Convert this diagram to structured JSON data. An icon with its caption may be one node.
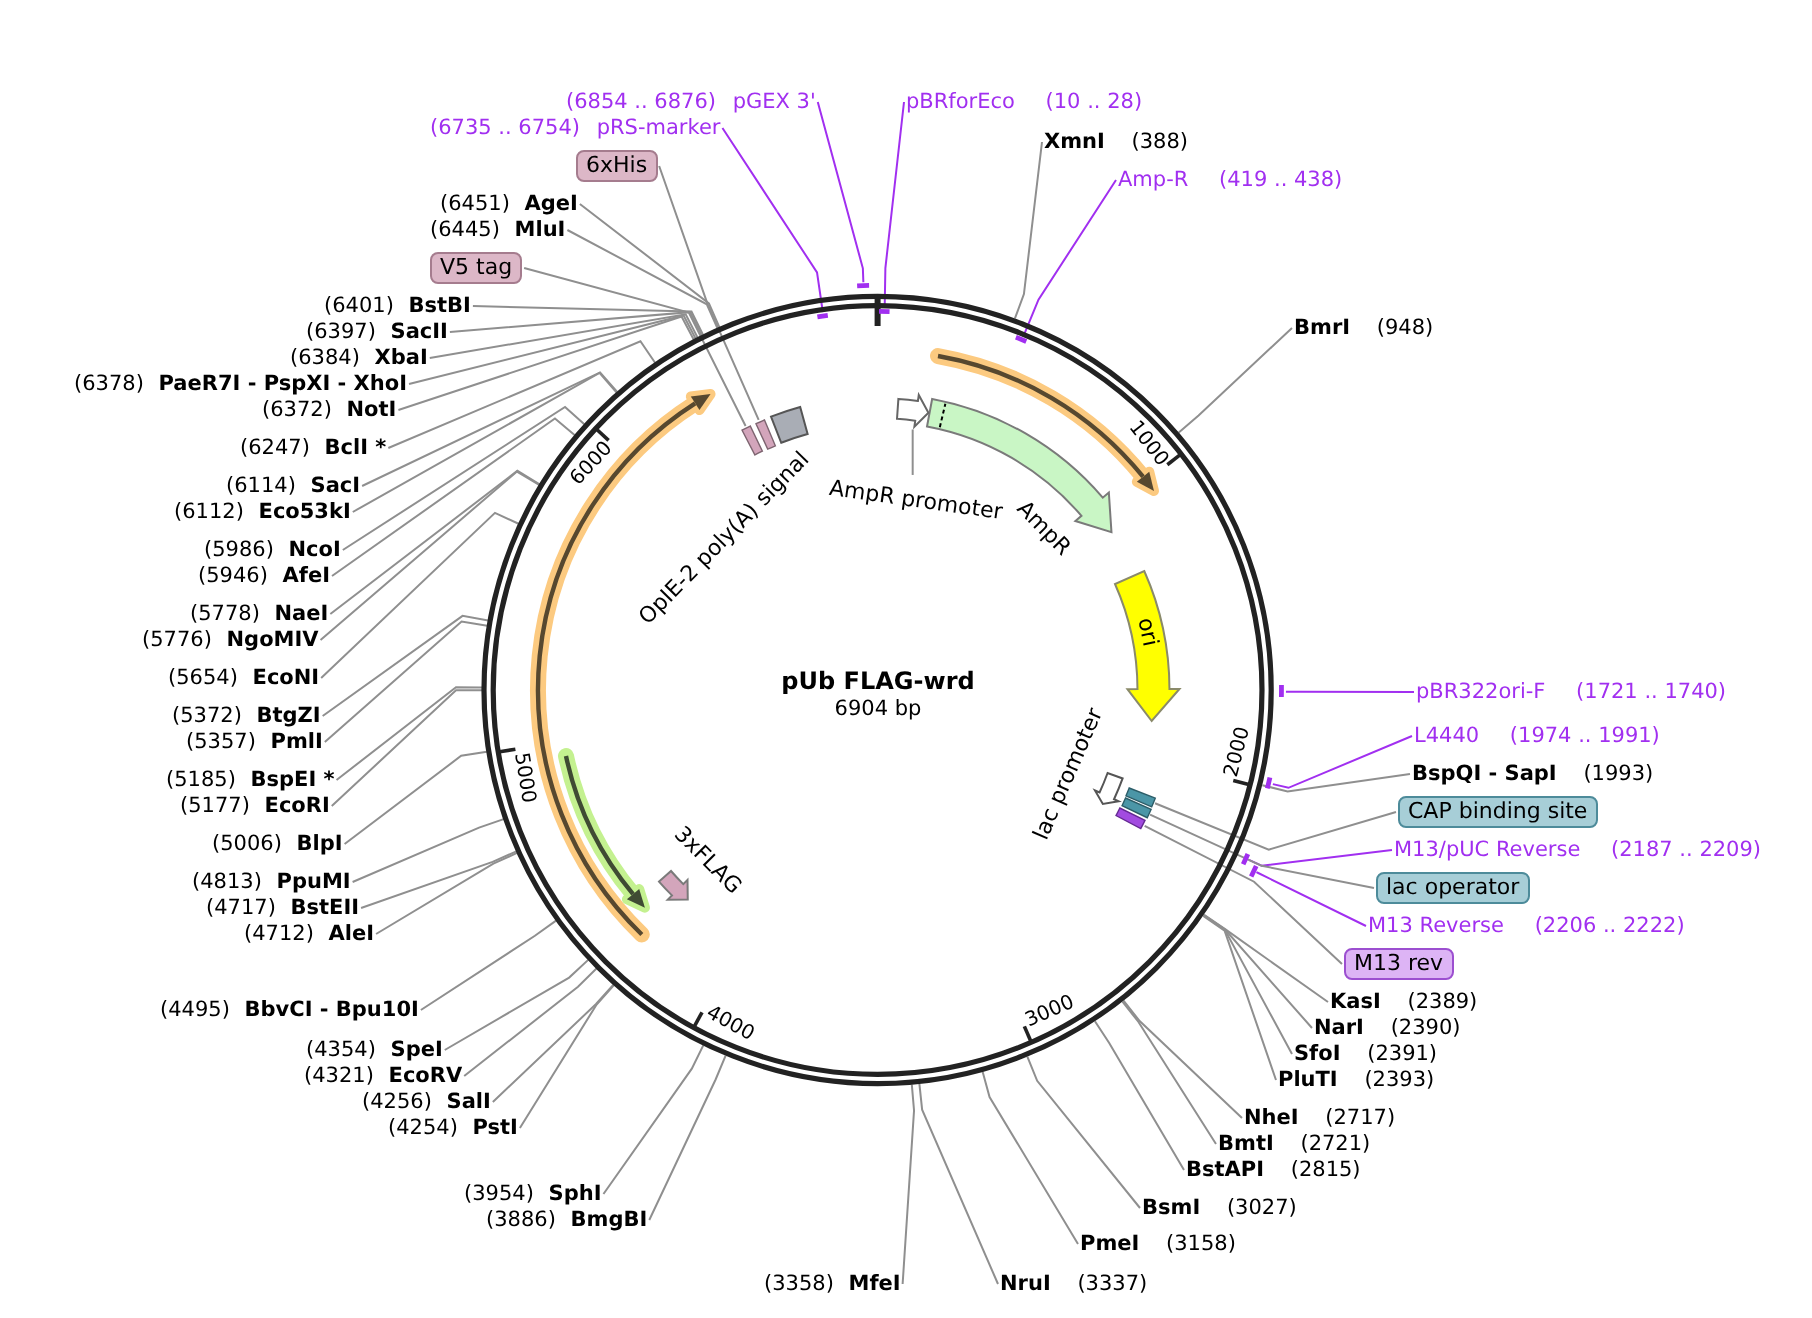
{
  "diagram": {
    "nodes": [
      {
        "text": [
          "pUb FLAG-wrd",
          "6904 bp"
        ]
      },
      {
        "text": [],
        "shape": "arrow",
        "beside": [
          "AmpR"
        ],
        "in": 0
      },
      {
        "text": [
          "ori"
        ],
        "in": 0
      },
      {
        "text": [],
        "shape": "arrow",
        "beside": [
          "3xFLAG"
        ],
        "in": 0
      },
      {
        "text": [],
        "shape": "box",
        "beside": [
          "OpIE-2 poly(A) signal"
        ],
        "in": 0
      },
      {
        "text": [],
        "shape": "arrow",
        "in": 0
      },
      {
        "text": [
          "AmpR promoter"
        ],
        "in": 0
      },
      {
        "text": [],
        "shape": "arrow",
        "beside": [
          "lac promoter"
        ],
        "in": 0
      },
      {
        "text": [],
        "shape": "bar",
        "in": 0
      },
      {
        "text": [],
        "shape": "bar",
        "in": 0
      },
      {
        "text": [],
        "shape": "bar",
        "in": 0
      },
      {
        "text": [],
        "shape": "bar",
        "in": 0
      },
      {
        "text": [],
        "shape": "bar",
        "in": 0
      },
      {
        "text": [],
        "shape": "bar"
      },
      {
        "text": [],
        "shape": "bar",
        "in": 0
      },
      {
        "text": [],
        "shape": "bar",
        "in": 0
      },
      {
        "text": [],
        "shape": "bar",
        "in": 0
      },
      {
        "text": [],
        "shape": "bar"
      },
      {
        "text": [],
        "shape": "bar",
        "in": 0
      },
      {
        "text": [],
        "shape": "bar",
        "in": 0
      },
      {
        "text": [],
        "shape": "bar",
        "in": 0
      },
      {
        "text": [
          "(6854 .. 6876)",
          "pGEX 3'"
        ]
      },
      {
        "text": [
          "pBRforEco",
          "(10 .. 28)"
        ]
      },
      {
        "text": [
          "(6735 .. 6754)",
          "pRS-marker"
        ]
      },
      {
        "text": [
          "XmnI",
          "(388)"
        ]
      },
      {
        "text": [
          "6xHis"
        ]
      },
      {
        "text": [
          "Amp-R",
          "(419 .. 438)"
        ]
      },
      {
        "text": [
          "(6451)",
          "AgeI"
        ]
      },
      {
        "text": [
          "(6445)",
          "MluI"
        ]
      },
      {
        "text": [
          "V5 tag"
        ]
      },
      {
        "text": [
          "(6401)",
          "BstBI"
        ]
      },
      {
        "text": [
          "BmrI",
          "(948)"
        ]
      },
      {
        "text": [
          "(6397)",
          "SacII"
        ]
      },
      {
        "text": [
          "(6384)",
          "XbaI"
        ]
      },
      {
        "text": [
          "(6378)",
          "PaeR7I - PspXI - XhoI"
        ]
      },
      {
        "text": [
          "(6372)",
          "NotI"
        ]
      },
      {
        "text": [
          "(6247)",
          "BclI *"
        ]
      },
      {
        "text": [
          "(6114)",
          "SacI"
        ]
      },
      {
        "text": [
          "(6112)",
          "Eco53kI"
        ]
      },
      {
        "text": [
          "(5986)",
          "NcoI"
        ]
      },
      {
        "text": [
          "(5946)",
          "AfeI"
        ]
      },
      {
        "text": [
          "(5778)",
          "NaeI"
        ]
      },
      {
        "text": [
          "(5776)",
          "NgoMIV"
        ]
      },
      {
        "text": [
          "(5654)",
          "EcoNI"
        ]
      },
      {
        "text": [
          "pBR322ori-F",
          "(1721 .. 1740)"
        ]
      },
      {
        "text": [
          "(5372)",
          "BtgZI"
        ]
      },
      {
        "text": [
          "L4440",
          "(1974 .. 1991)"
        ]
      },
      {
        "text": [
          "(5357)",
          "PmlI"
        ]
      },
      {
        "text": [
          "BspQI - SapI",
          "(1993)"
        ]
      },
      {
        "text": [
          "(5185)",
          "BspEI *"
        ]
      },
      {
        "text": [
          "(5177)",
          "EcoRI"
        ]
      },
      {
        "text": [
          "CAP binding site"
        ]
      },
      {
        "text": [
          "(5006)",
          "BlpI"
        ]
      },
      {
        "text": [
          "M13/pUC Reverse",
          "(2187 .. 2209)"
        ]
      },
      {
        "text": [
          "(4813)",
          "PpuMI"
        ]
      },
      {
        "text": [
          "lac operator"
        ]
      },
      {
        "text": [
          "(4717)",
          "BstEII"
        ]
      },
      {
        "text": [
          "M13 Reverse",
          "(2206 .. 2222)"
        ]
      },
      {
        "text": [
          "(4712)",
          "AleI"
        ]
      },
      {
        "text": [
          "M13 rev"
        ]
      },
      {
        "text": [
          "KasI",
          "(2389)"
        ]
      },
      {
        "text": [
          "(4495)",
          "BbvCI - Bpu10I"
        ]
      },
      {
        "text": [
          "NarI",
          "(2390)"
        ]
      },
      {
        "text": [
          "(4354)",
          "SpeI"
        ]
      },
      {
        "text": [
          "SfoI",
          "(2391)"
        ]
      },
      {
        "text": [
          "(4321)",
          "EcoRV"
        ]
      },
      {
        "text": [
          "PluTI",
          "(2393)"
        ]
      },
      {
        "text": [
          "(4256)",
          "SalI"
        ]
      },
      {
        "text": [
          "NheI",
          "(2717)"
        ]
      },
      {
        "text": [
          "(4254)",
          "PstI"
        ]
      },
      {
        "text": [
          "BmtI",
          "(2721)"
        ]
      },
      {
        "text": [
          "BstAPI",
          "(2815)"
        ]
      },
      {
        "text": [
          "(3954)",
          "SphI"
        ]
      },
      {
        "text": [
          "BsmI",
          "(3027)"
        ]
      },
      {
        "text": [
          "(3886)",
          "BmgBI"
        ]
      },
      {
        "text": [
          "PmeI",
          "(3158)"
        ]
      },
      {
        "text": [
          "(3358)",
          "MfeI"
        ]
      },
      {
        "text": [
          "NruI",
          "(3337)"
        ]
      }
    ],
    "edges": [
      {
        "from": 6,
        "to": 5,
        "arrow": "none"
      },
      {
        "from": 21,
        "to": 13,
        "arrow": "none",
        "color": "#a12ff0"
      },
      {
        "from": 22,
        "to": 15,
        "arrow": "none",
        "color": "#a12ff0"
      },
      {
        "from": 23,
        "to": 14,
        "arrow": "none",
        "color": "#a12ff0"
      },
      {
        "from": 24,
        "to": 0,
        "arrow": "none"
      },
      {
        "from": 25,
        "to": 8,
        "arrow": "none"
      },
      {
        "from": 26,
        "to": 16,
        "arrow": "none",
        "color": "#a12ff0"
      },
      {
        "from": 27,
        "to": 0,
        "arrow": "none"
      },
      {
        "from": 28,
        "to": 0,
        "arrow": "none"
      },
      {
        "from": 29,
        "to": 9,
        "arrow": "none"
      },
      {
        "from": 30,
        "to": 0,
        "arrow": "none"
      },
      {
        "from": 31,
        "to": 0,
        "arrow": "none"
      },
      {
        "from": 32,
        "to": 0,
        "arrow": "none"
      },
      {
        "from": 33,
        "to": 0,
        "arrow": "none"
      },
      {
        "from": 34,
        "to": 0,
        "arrow": "none"
      },
      {
        "from": 35,
        "to": 0,
        "arrow": "none"
      },
      {
        "from": 36,
        "to": 0,
        "arrow": "none"
      },
      {
        "from": 37,
        "to": 0,
        "arrow": "none"
      },
      {
        "from": 38,
        "to": 0,
        "arrow": "none"
      },
      {
        "from": 39,
        "to": 0,
        "arrow": "none"
      },
      {
        "from": 40,
        "to": 0,
        "arrow": "none"
      },
      {
        "from": 41,
        "to": 0,
        "arrow": "none"
      },
      {
        "from": 42,
        "to": 0,
        "arrow": "none"
      },
      {
        "from": 43,
        "to": 0,
        "arrow": "none"
      },
      {
        "from": 44,
        "to": 17,
        "arrow": "none",
        "color": "#a12ff0"
      },
      {
        "from": 45,
        "to": 0,
        "arrow": "none"
      },
      {
        "from": 46,
        "to": 18,
        "arrow": "none",
        "color": "#a12ff0"
      },
      {
        "from": 47,
        "to": 0,
        "arrow": "none"
      },
      {
        "from": 48,
        "to": 0,
        "arrow": "none"
      },
      {
        "from": 49,
        "to": 0,
        "arrow": "none"
      },
      {
        "from": 50,
        "to": 0,
        "arrow": "none"
      },
      {
        "from": 51,
        "to": 10,
        "arrow": "none"
      },
      {
        "from": 52,
        "to": 0,
        "arrow": "none"
      },
      {
        "from": 53,
        "to": 19,
        "arrow": "none",
        "color": "#a12ff0"
      },
      {
        "from": 54,
        "to": 0,
        "arrow": "none"
      },
      {
        "from": 55,
        "to": 11,
        "arrow": "none"
      },
      {
        "from": 56,
        "to": 0,
        "arrow": "none"
      },
      {
        "from": 57,
        "to": 20,
        "arrow": "none",
        "color": "#a12ff0"
      },
      {
        "from": 58,
        "to": 0,
        "arrow": "none"
      },
      {
        "from": 59,
        "to": 12,
        "arrow": "none"
      },
      {
        "from": 60,
        "to": 0,
        "arrow": "none"
      },
      {
        "from": 61,
        "to": 0,
        "arrow": "none"
      },
      {
        "from": 62,
        "to": 0,
        "arrow": "none"
      },
      {
        "from": 63,
        "to": 0,
        "arrow": "none"
      },
      {
        "from": 64,
        "to": 0,
        "arrow": "none"
      },
      {
        "from": 65,
        "to": 0,
        "arrow": "none"
      },
      {
        "from": 66,
        "to": 0,
        "arrow": "none"
      },
      {
        "from": 67,
        "to": 0,
        "arrow": "none"
      },
      {
        "from": 68,
        "to": 0,
        "arrow": "none"
      },
      {
        "from": 69,
        "to": 0,
        "arrow": "none"
      },
      {
        "from": 70,
        "to": 0,
        "arrow": "none"
      },
      {
        "from": 71,
        "to": 0,
        "arrow": "none"
      },
      {
        "from": 72,
        "to": 0,
        "arrow": "none"
      },
      {
        "from": 73,
        "to": 0,
        "arrow": "none"
      },
      {
        "from": 74,
        "to": 0,
        "arrow": "none"
      },
      {
        "from": 75,
        "to": 0,
        "arrow": "none"
      },
      {
        "from": 76,
        "to": 0,
        "arrow": "none"
      },
      {
        "from": 77,
        "to": 0,
        "arrow": "none"
      }
    ],
    "labels": [
      "1000",
      "2000",
      "3000",
      "4000",
      "5000",
      "6000"
    ]
  }
}
